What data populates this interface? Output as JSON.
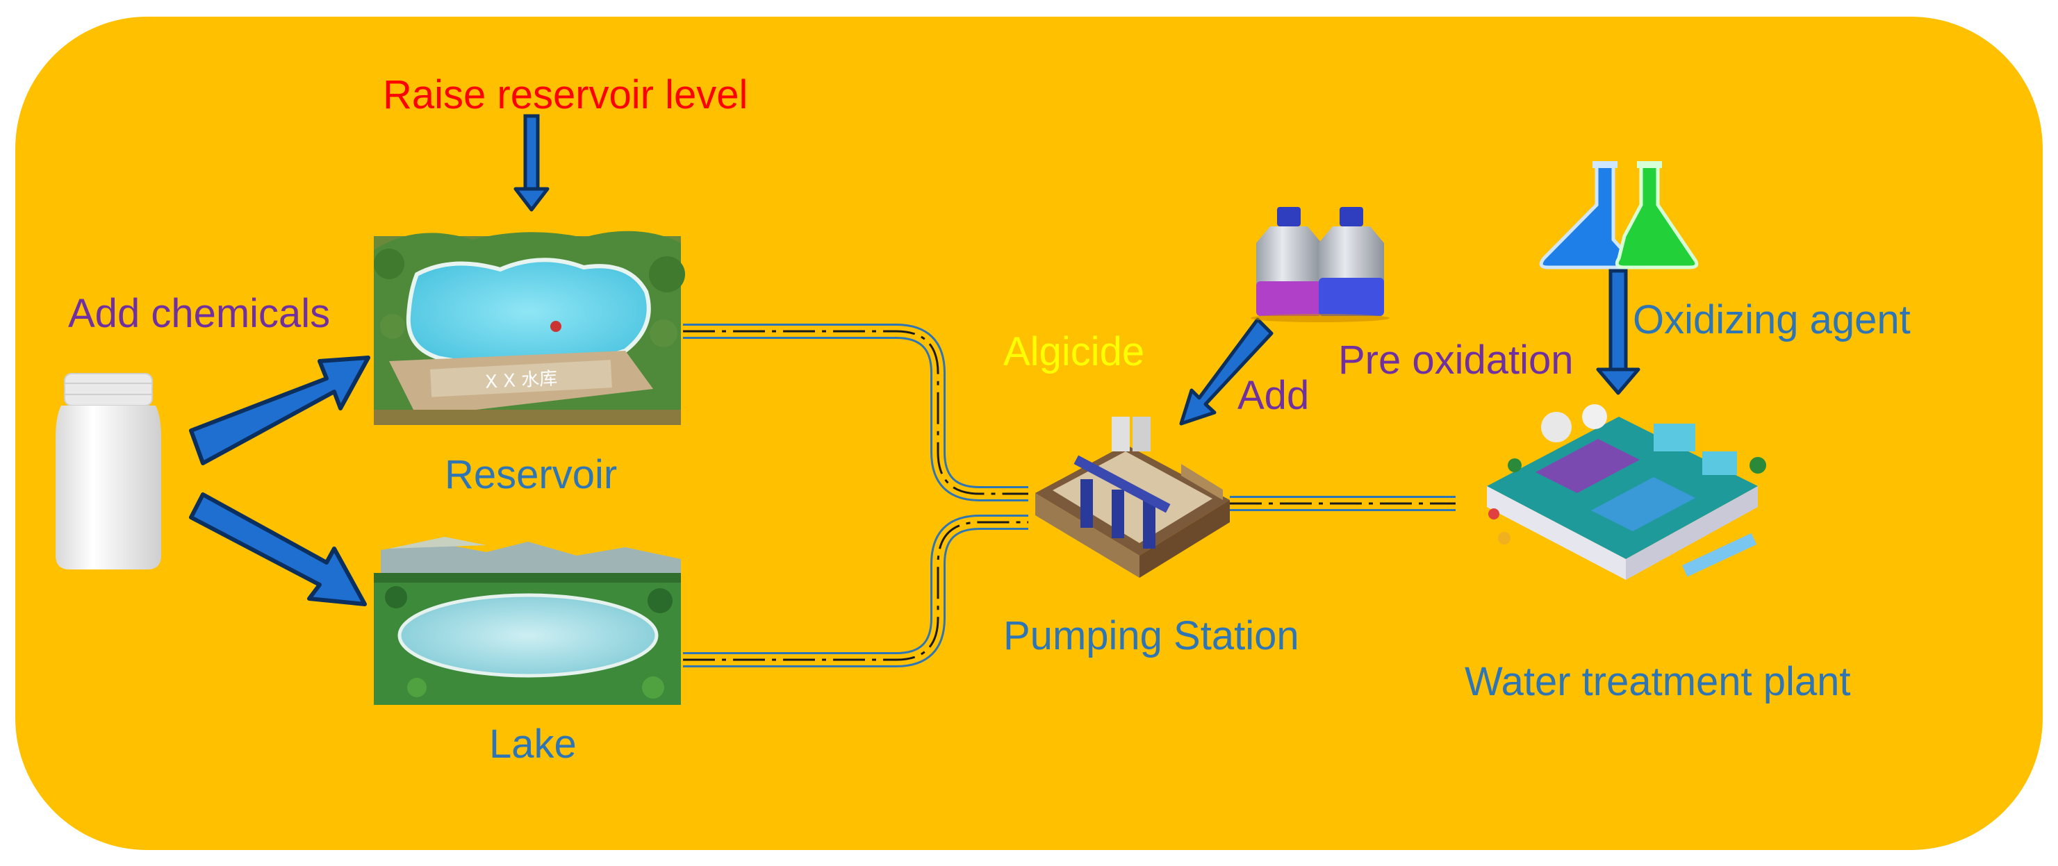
{
  "labels": {
    "raise_reservoir_level": "Raise reservoir level",
    "add_chemicals": "Add chemicals",
    "reservoir": "Reservoir",
    "lake": "Lake",
    "algicide": "Algicide",
    "add": "Add",
    "pre_oxidation": "Pre oxidation",
    "oxidizing_agent": "Oxidizing agent",
    "pumping_station": "Pumping Station",
    "water_treatment_plant": "Water treatment plant",
    "reservoir_sign": "X X 水库"
  },
  "colors": {
    "background_panel": "#FFC000",
    "label_blue": "#2E75B6",
    "label_purple": "#7030A0",
    "label_red": "#FF0000",
    "label_yellow": "#FFFF00",
    "arrow_fill": "#1F6FD0",
    "arrow_outline": "#0B2F5E",
    "pipe_outline": "#2E75B6",
    "flask_blue": "#1E7FE8",
    "flask_green": "#22D13A",
    "bottle_purple": "#B040C8",
    "bottle_blue": "#4050E0"
  },
  "icons": {
    "bottle": "white-chemical-bottle-icon",
    "reservoir": "reservoir-landscape-icon",
    "lake": "lake-landscape-icon",
    "reagent_bottles": "reagent-bottles-icon",
    "flasks": "erlenmeyer-flasks-icon",
    "pumping_station": "pumping-station-icon",
    "treatment_plant": "water-treatment-plant-icon"
  }
}
